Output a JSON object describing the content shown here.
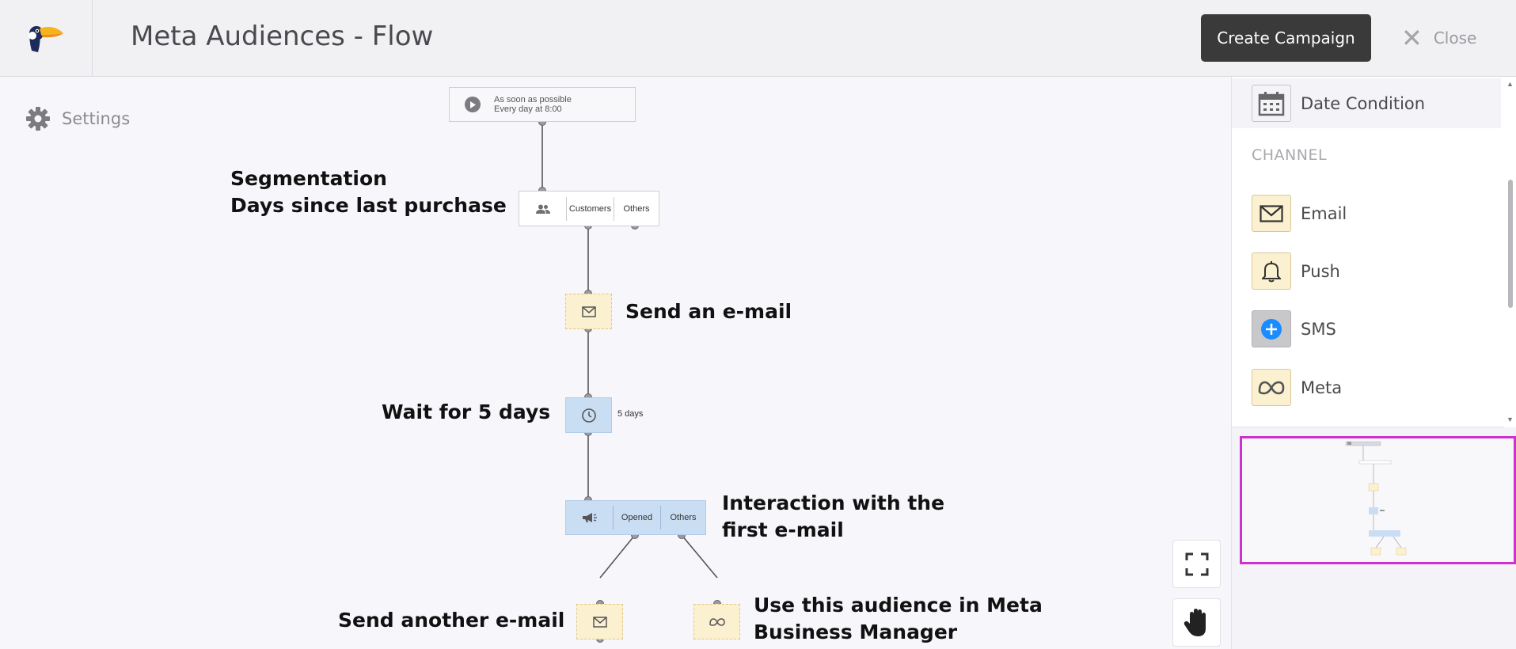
{
  "header": {
    "title": "Meta Audiences - Flow",
    "create_campaign_label": "Create Campaign",
    "close_label": "Close"
  },
  "settings": {
    "label": "Settings"
  },
  "flow": {
    "trigger": {
      "line1": "As soon as possible",
      "line2": "Every day at 8:00"
    },
    "segmentation": {
      "branch1": "Customers",
      "branch2": "Others"
    },
    "wait": {
      "label": "5 days"
    },
    "interaction": {
      "branch1": "Opened",
      "branch2": "Others"
    }
  },
  "annotations": {
    "segmentation_line1": "Segmentation",
    "segmentation_line2": "Days since last purchase",
    "send_email": "Send an e-mail",
    "wait": "Wait for 5 days",
    "interaction_line1": "Interaction with the",
    "interaction_line2": "first e-mail",
    "send_another": "Send another e-mail",
    "meta_line1": "Use this audience in Meta",
    "meta_line2": "Business Manager"
  },
  "panel": {
    "date_condition": "Date Condition",
    "channel_header": "CHANNEL",
    "items": [
      {
        "label": "Email",
        "icon": "envelope-icon"
      },
      {
        "label": "Push",
        "icon": "bell-icon"
      },
      {
        "label": "SMS",
        "icon": "plus-circle-icon"
      },
      {
        "label": "Meta",
        "icon": "meta-logo-icon"
      }
    ]
  },
  "colors": {
    "email_node": "#fbf0cf",
    "blue_node": "#c9ddf3",
    "minimap_border": "#cc33cc",
    "sms_accent": "#1a8cff"
  }
}
